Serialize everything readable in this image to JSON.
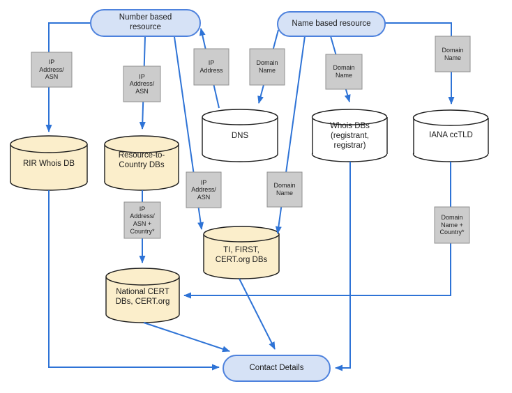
{
  "nodes": {
    "number_based": "Number based\nresource",
    "name_based": "Name based resource",
    "rir_whois": "RIR Whois DB",
    "resource_country": "Resource-to-\nCountry DBs",
    "dns": "DNS",
    "whois_dbs": "Whois DBs\n(registrant,\nregistrar)",
    "iana_cctld": "IANA ccTLD",
    "ti_first": "TI, FIRST,\nCERT.org DBs",
    "national_cert": "National CERT\nDBs, CERT.org",
    "contact_details": "Contact Details"
  },
  "edge_labels": {
    "ip_asn_rir": "IP\nAddress/\nASN",
    "ip_asn_resource": "IP\nAddress/\nASN",
    "ip_address_dns": "IP\nAddress",
    "domain_dns": "Domain\nName",
    "domain_whois": "Domain\nName",
    "domain_iana": "Domain\nName",
    "ip_asn_ti": "IP\nAddress/\nASN",
    "domain_ti": "Domain\nName",
    "ip_asn_country": "IP\nAddress/\nASN +\nCountry*",
    "domain_country": "Domain\nName +\nCountry*"
  },
  "colors": {
    "connector": "#2e73d6",
    "pill_fill": "#d6e2f6",
    "pill_border": "#4e82dd",
    "db_yellow": "#fbeecb",
    "db_white": "#ffffff",
    "db_stroke": "#1c1c1c",
    "label_fill": "#cccccc",
    "label_border": "#8f8f8f",
    "text": "#1a1a1a"
  }
}
